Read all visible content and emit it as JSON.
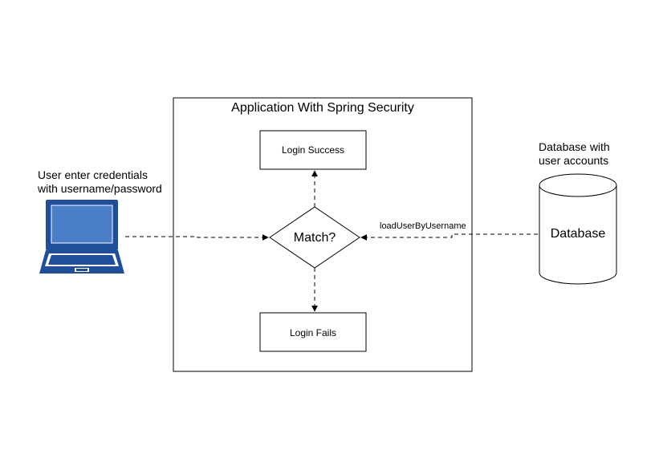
{
  "user": {
    "caption_line1": "User enter credentials",
    "caption_line2": "with username/password",
    "icon": "laptop-icon"
  },
  "app": {
    "title": "Application With Spring Security",
    "login_success": "Login Success",
    "login_fails": "Login Fails",
    "decision": "Match?"
  },
  "edges": {
    "db_to_match_label": "loadUserByUsername"
  },
  "database": {
    "caption_line1": "Database with",
    "caption_line2": "user accounts",
    "label": "Database",
    "icon": "database-cylinder-icon"
  },
  "colors": {
    "laptop": "#1f4e9a",
    "laptop_screen": "#4a7ec7"
  }
}
